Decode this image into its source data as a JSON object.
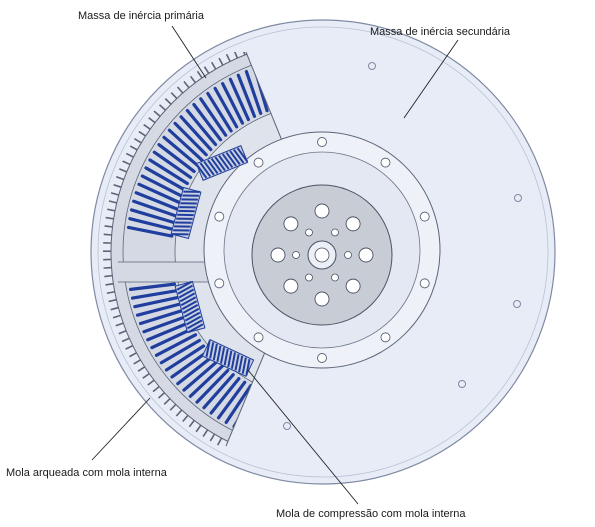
{
  "labels": {
    "primary_mass": "Massa de inércia primária",
    "secondary_mass": "Massa de inércia secundária",
    "arc_spring": "Mola arqueada com mola interna",
    "compression_spring": "Mola de compressão com mola interna"
  },
  "colors": {
    "primary_fill": "#d4d9e3",
    "secondary_fill": "#e7ecf7",
    "spring_blue": "#1f3e9e",
    "outline": "#5b6478",
    "leader": "#222222"
  }
}
